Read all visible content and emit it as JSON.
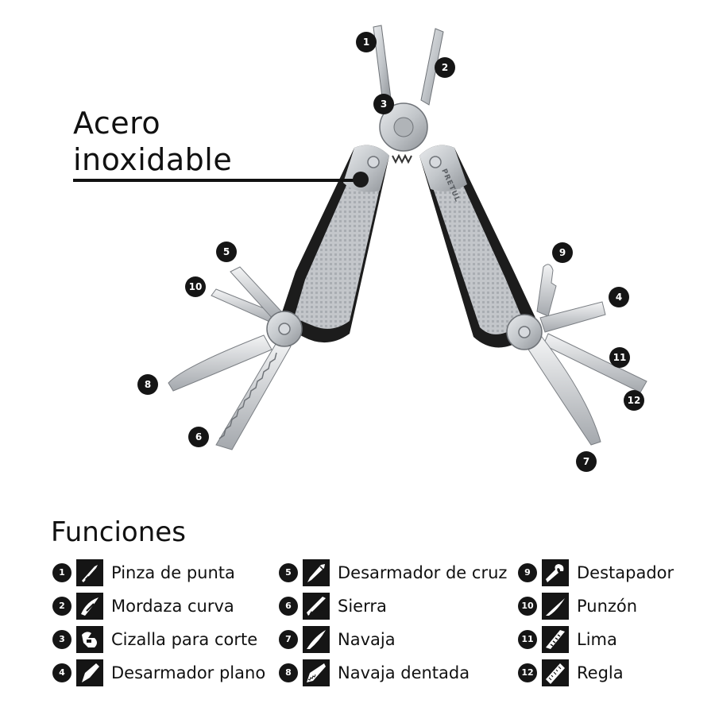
{
  "callout": {
    "line1": "Acero",
    "line2": "inoxidable"
  },
  "brand": "PRETUL",
  "markers": [
    "1",
    "2",
    "3",
    "4",
    "5",
    "6",
    "7",
    "8",
    "9",
    "10",
    "11",
    "12"
  ],
  "functions_title": "Funciones",
  "functions": [
    {
      "num": "1",
      "label": "Pinza de punta",
      "icon": "needle-nose-pliers-icon"
    },
    {
      "num": "2",
      "label": "Mordaza curva",
      "icon": "curved-jaw-icon"
    },
    {
      "num": "3",
      "label": "Cizalla para corte",
      "icon": "wire-cutter-icon"
    },
    {
      "num": "4",
      "label": "Desarmador plano",
      "icon": "flat-screwdriver-icon"
    },
    {
      "num": "5",
      "label": "Desarmador de cruz",
      "icon": "phillips-screwdriver-icon"
    },
    {
      "num": "6",
      "label": "Sierra",
      "icon": "saw-icon"
    },
    {
      "num": "7",
      "label": "Navaja",
      "icon": "knife-icon"
    },
    {
      "num": "8",
      "label": "Navaja dentada",
      "icon": "serrated-knife-icon"
    },
    {
      "num": "9",
      "label": "Destapador",
      "icon": "bottle-opener-icon"
    },
    {
      "num": "10",
      "label": "Punzón",
      "icon": "awl-icon"
    },
    {
      "num": "11",
      "label": "Lima",
      "icon": "file-icon"
    },
    {
      "num": "12",
      "label": "Regla",
      "icon": "ruler-icon"
    }
  ],
  "colors": {
    "steel": "#c9ccd0",
    "steel_dark": "#8d9196",
    "grip": "#1c1c1c",
    "marker": "#151515"
  }
}
